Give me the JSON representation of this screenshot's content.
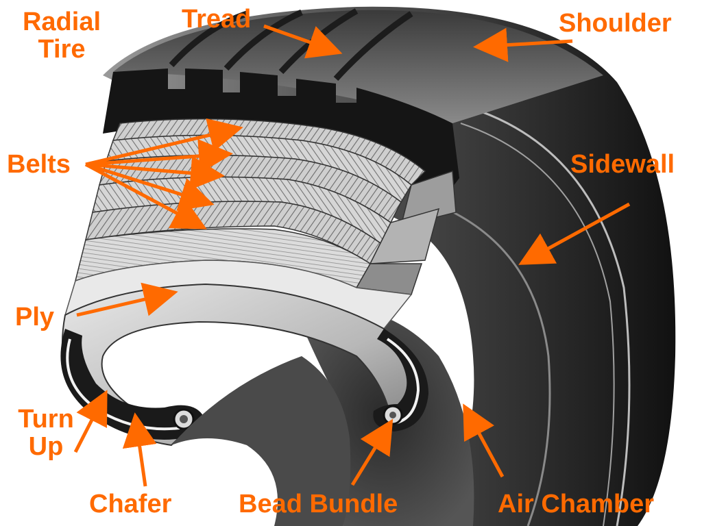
{
  "colors": {
    "label": "#FF6A00",
    "arrow": "#FF6A00",
    "rubber_dark": "#1a1a1a",
    "rubber_mid": "#6b6b6b",
    "rubber_light": "#d4d4d4",
    "background": "#ffffff"
  },
  "labels": {
    "radial_tire_line1": "Radial",
    "radial_tire_line2": "Tire",
    "tread": "Tread",
    "shoulder": "Shoulder",
    "belts": "Belts",
    "sidewall": "Sidewall",
    "ply": "Ply",
    "turn_up_line1": "Turn",
    "turn_up_line2": "Up",
    "chafer": "Chafer",
    "bead_bundle": "Bead Bundle",
    "air_chamber": "Air Chamber"
  }
}
